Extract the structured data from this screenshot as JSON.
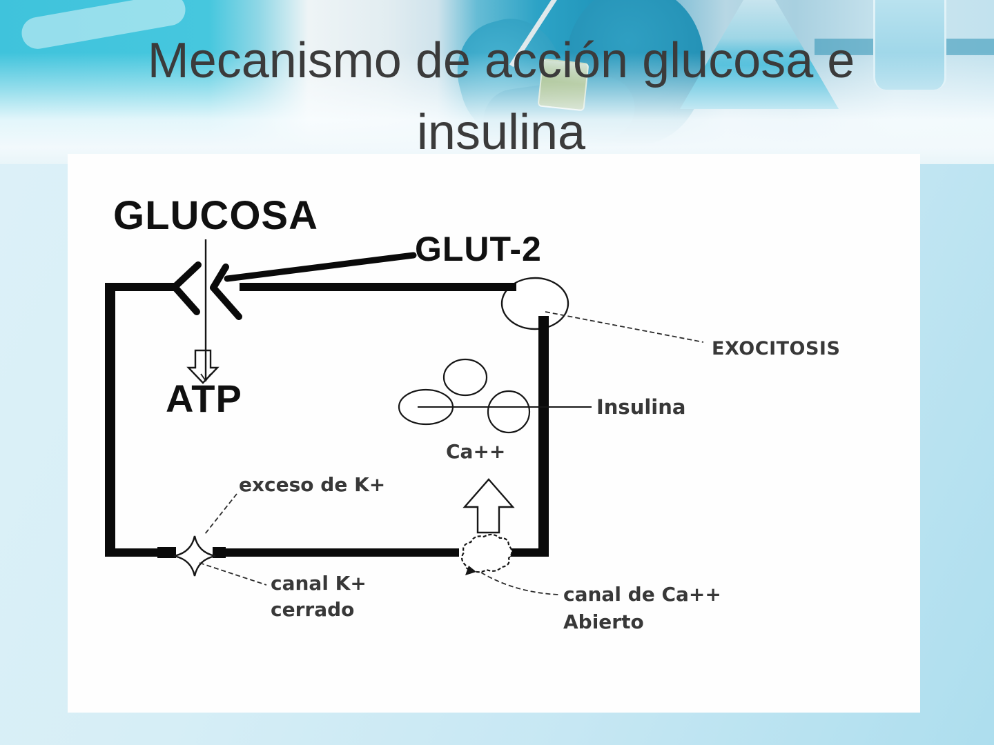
{
  "slide": {
    "title": {
      "line1": "Mecanismo de acción glucosa e",
      "line2": "insulina"
    }
  },
  "diagram": {
    "glucosa": "GLUCOSA",
    "glut2": "GLUT-2",
    "atp": "ATP",
    "exocitosis": "EXOCITOSIS",
    "insulina": "Insulina",
    "ca": "Ca++",
    "exceso_k": "exceso de K+",
    "canal_k_line1": "canal K+",
    "canal_k_line2": "cerrado",
    "canal_ca_line1": "canal de Ca++",
    "canal_ca_line2": "Abierto"
  },
  "colors": {
    "accent_cyan": "#3fc3dc",
    "glove_teal": "#2da3c6",
    "flask_blue": "#3ab7d7",
    "panel_white": "#fefefe",
    "membrane_black": "#0a0a0a",
    "big_label_black": "#101010",
    "small_label_gray": "#383838",
    "title_gray": "#3b3b3b",
    "page_blue": "#cfeaf4"
  }
}
